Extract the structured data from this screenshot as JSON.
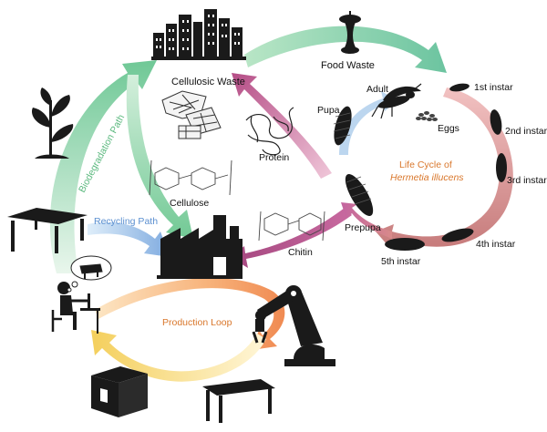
{
  "labels": {
    "cellulosic_waste": "Cellulosic Waste",
    "food_waste": "Food Waste",
    "adult": "Adult",
    "eggs": "Eggs",
    "pupa": "Pupa",
    "prepupa": "Prepupa",
    "first_instar": "1st instar",
    "second_instar": "2nd instar",
    "third_instar": "3rd instar",
    "fourth_instar": "4th instar",
    "fifth_instar": "5th instar",
    "life_cycle_line1": "Life Cycle of",
    "life_cycle_line2": "Hermetia illucens",
    "protein": "Protein",
    "chitin": "Chitin",
    "cellulose": "Cellulose",
    "biodegradation_path": "Biodegradation Path",
    "recycling_path": "Recycling Path",
    "production_loop": "Production Loop"
  },
  "colors": {
    "green_arrow": "#7ccb9a",
    "pink_arrow": "#b9548a",
    "blue_arrow": "#8fb6e0",
    "orange_loop": "#f39a5a",
    "yellow_loop": "#f6d56a",
    "accent_orange": "#d9772c",
    "green_text": "#5cb97f",
    "blue_text": "#5b8fd0",
    "ink": "#111111"
  },
  "icons": [
    "city-icon",
    "apple-core-icon",
    "fly-icon",
    "eggs-icon",
    "larva-icon",
    "pupa-icon",
    "plant-icon",
    "table-icon",
    "factory-icon",
    "person-at-desk-icon",
    "robot-arm-icon",
    "box-icon",
    "crumpled-paper-icon",
    "protein-structure-icon"
  ]
}
